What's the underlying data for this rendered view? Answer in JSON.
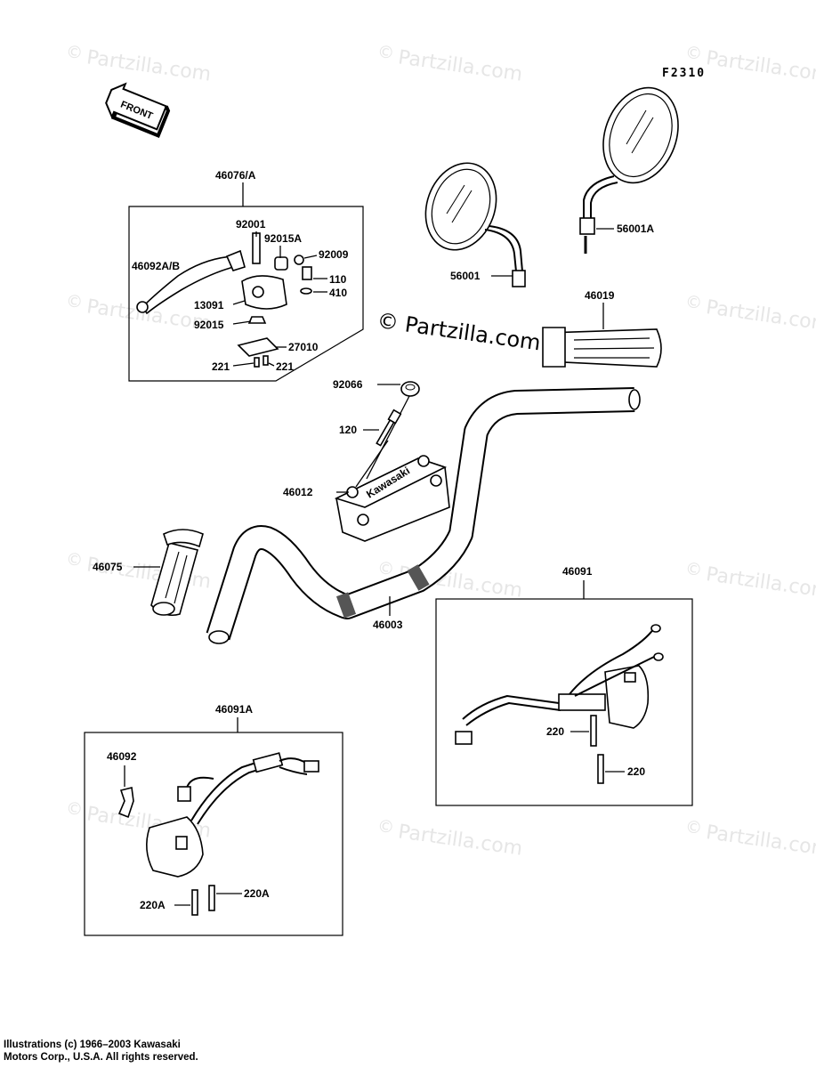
{
  "diagram_code": "F2310",
  "front_label": "FRONT",
  "watermark": {
    "brand": "Partzilla.com",
    "brand_center": "© Partzilla.com",
    "copyright_symbol": "©"
  },
  "groups": {
    "lever_assembly": "46076/A",
    "right_switch": "46091",
    "left_switch": "46091A"
  },
  "parts": {
    "p92001": "92001",
    "p92015A": "92015A",
    "p92009": "92009",
    "p110": "110",
    "p410": "410",
    "p46092AB": "46092A/B",
    "p13091": "13091",
    "p92015": "92015",
    "p27010": "27010",
    "p221a": "221",
    "p221b": "221",
    "p56001": "56001",
    "p56001A": "56001A",
    "p46019": "46019",
    "p92066": "92066",
    "p120": "120",
    "p46012": "46012",
    "p46075": "46075",
    "p46003": "46003",
    "p220a": "220",
    "p220b": "220",
    "p46092": "46092",
    "p220Aa": "220A",
    "p220Ab": "220A"
  },
  "clamp_brand": "Kawasaki",
  "copyright": {
    "line1": "Illustrations (c) 1966–2003 Kawasaki",
    "line2": "Motors Corp., U.S.A.  All rights reserved."
  }
}
